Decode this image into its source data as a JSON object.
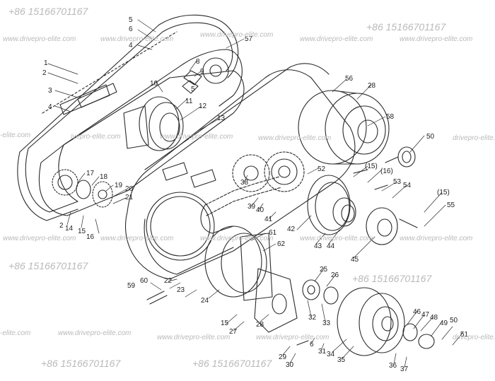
{
  "watermarks": {
    "phone": "+86 15166701167",
    "site": "www.drivepro-elite.com",
    "site_short": "ivepro-elite.com",
    "site_edge": "drivepro-elite.com",
    "site_cut": "-elite.com"
  },
  "callouts": [
    "1",
    "2",
    "3",
    "4",
    "5",
    "6",
    "4",
    "57",
    "8",
    "9",
    "10",
    "5",
    "11",
    "12",
    "13",
    "56",
    "28",
    "58",
    "50",
    "17",
    "18",
    "19",
    "20",
    "21",
    "2",
    "14",
    "15",
    "16",
    "52",
    "(15)",
    "(16)",
    "53",
    "54",
    "(15)",
    "55",
    "38",
    "39",
    "40",
    "41",
    "42",
    "43",
    "44",
    "45",
    "61",
    "62",
    "59",
    "60",
    "22",
    "23",
    "24",
    "25",
    "26",
    "32",
    "33",
    "15",
    "27",
    "28",
    "6",
    "31",
    "29",
    "30",
    "34",
    "35",
    "46",
    "47",
    "48",
    "49",
    "50",
    "51",
    "36",
    "37"
  ]
}
